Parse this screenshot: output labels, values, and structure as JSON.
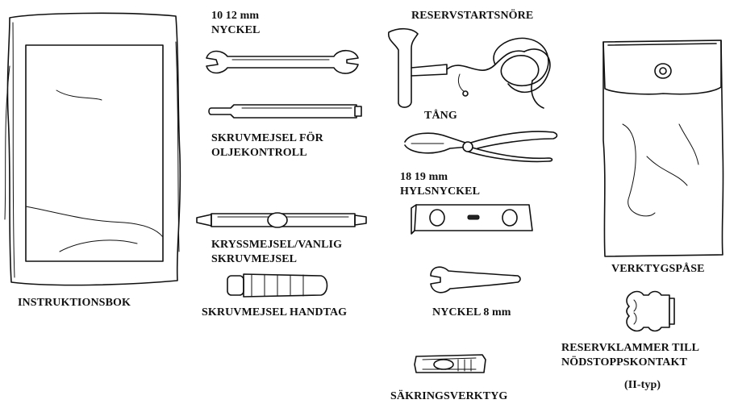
{
  "labels": {
    "instruktionsbok": "INSTRUKTIONSBOK",
    "nyckel_1012_size": "10 12 mm",
    "nyckel_1012_name": "NYCKEL",
    "skruvmejsel_olja_line1": "SKRUVMEJSEL FÖR",
    "skruvmejsel_olja_line2": "OLJEKONTROLL",
    "kryssmejsel_line1": "KRYSSMEJSEL/VANLIG",
    "kryssmejsel_line2": "SKRUVMEJSEL",
    "skruvmejsel_handtag": "SKRUVMEJSEL HANDTAG",
    "reservstartsnore": "RESERVSTARTSNÖRE",
    "tang": "TÅNG",
    "hylsnyckel_size": "18 19 mm",
    "hylsnyckel_name": "HYLSNYCKEL",
    "nyckel_8": "NYCKEL 8 mm",
    "sakringsverktyg": "SÄKRINGSVERKTYG",
    "verktygspase": "VERKTYGSPÅSE",
    "reservklammer_line1": "RESERVKLAMMER TILL",
    "reservklammer_line2": "NÖDSTOPPSKONTAKT",
    "reservklammer_type": "(II-typ)"
  },
  "icons": [
    "book-icon",
    "open-end-wrench-icon",
    "flat-screwdriver-icon",
    "phillips-screwdriver-icon",
    "screwdriver-handle-icon",
    "starter-rope-icon",
    "pliers-icon",
    "socket-wrench-icon",
    "small-wrench-icon",
    "fuse-puller-icon",
    "tool-bag-icon",
    "stop-switch-clip-icon"
  ],
  "colors": {
    "line": "#111111",
    "background": "#ffffff"
  }
}
